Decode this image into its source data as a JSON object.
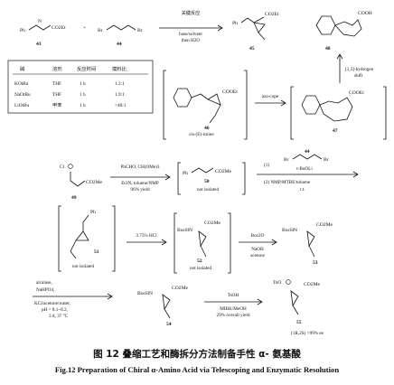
{
  "row1": {
    "c43_label": "Ph",
    "c43_group": "CO2Et",
    "c43_num": "43",
    "plus": "+",
    "c44_br_left": "Br",
    "c44_br_right": "Br",
    "c44_num": "44",
    "arrow_cond_top": "关键反应",
    "arrow_cond_mid": "base/solvent",
    "arrow_cond_bot": "then H2O",
    "c45_ph": "Ph",
    "c45_group": "CO2Et",
    "c45_num": "45",
    "c48_group": "COOH",
    "c48_num": "48",
    "hshift": "[1,3]-hydrogen",
    "hshift2": "shift"
  },
  "table": {
    "headers": [
      "碱",
      "溶剂",
      "反应时间",
      "摸料比"
    ],
    "rows": [
      [
        "KOtBu",
        "THF",
        "1 h",
        "1.2:1"
      ],
      [
        "NaOtBu",
        "THF",
        "1 h",
        "1.9:1"
      ],
      [
        "LiOtBu",
        "甲苯",
        "1 h",
        ">40:1"
      ]
    ]
  },
  "row2": {
    "c46_group": "COOEt",
    "c46_num": "46",
    "c46_sub": "cis-(E)-imine",
    "aza_cope": "aza-cope",
    "c47_group": "COOEt",
    "c47_num": "47"
  },
  "row3": {
    "c49_cl": "Cl",
    "c49_group": "CO2Me",
    "c49_num": "49",
    "cond1_a": "PhCHO, CH(OMe)3",
    "cond1_b": "Et3N, toluene/NMP",
    "cond1_c": "96% yield",
    "c50_ph": "Ph",
    "c50_group": "CO2Me",
    "c50_num": "50",
    "c50_note": "not isolated",
    "step1": "(1)",
    "step1_reagent": "t-BuOLi",
    "c44_br_left": "Br",
    "c44_br_right": "Br",
    "c44_num": "44",
    "step2": "(2) NMP/MTBE/toluene",
    "step2_temp": "r.t."
  },
  "row4": {
    "c51_ph": "Ph",
    "c51_num": "51",
    "c51_note": "not isolated",
    "cond_hcl": "3.75% HCl",
    "c52_boc": "BocHN",
    "c52_group": "CO2Me",
    "c52_num": "52",
    "c52_note": "not isolated",
    "cond_boc_a": "Boc2O",
    "cond_boc_b": "NaOH",
    "cond_boc_c": "acetone",
    "c53_boc": "BocHN",
    "c53_group": "CO2Me",
    "c53_num": "53"
  },
  "row5": {
    "cond_a": "alcalase,",
    "cond_b": "NaHPO4,",
    "cond_c": "KCl/acetone/water,",
    "cond_d": "pH = 8.1~8.2,",
    "cond_e": "3 d, 37 °C",
    "c54_boc": "BocHN",
    "c54_group": "CO2Me",
    "c54_num": "54",
    "cond_tsoh": "TsOH",
    "cond_mibk": "MIBK/MeOH",
    "cond_yield": "29% overall yield",
    "c55_ts": "TsO",
    "c55_group": "CO2Me",
    "c55_num": "55",
    "c55_ee": "(1R,2S) >99% ee"
  },
  "caption": {
    "cn": "图 12   叠缩工艺和酶拆分方法制备手性 α- 氨基酸",
    "en": "Fig.12   Preparation of Chiral α-Amino Acid via Telescoping and Enzymatic Resolution"
  }
}
